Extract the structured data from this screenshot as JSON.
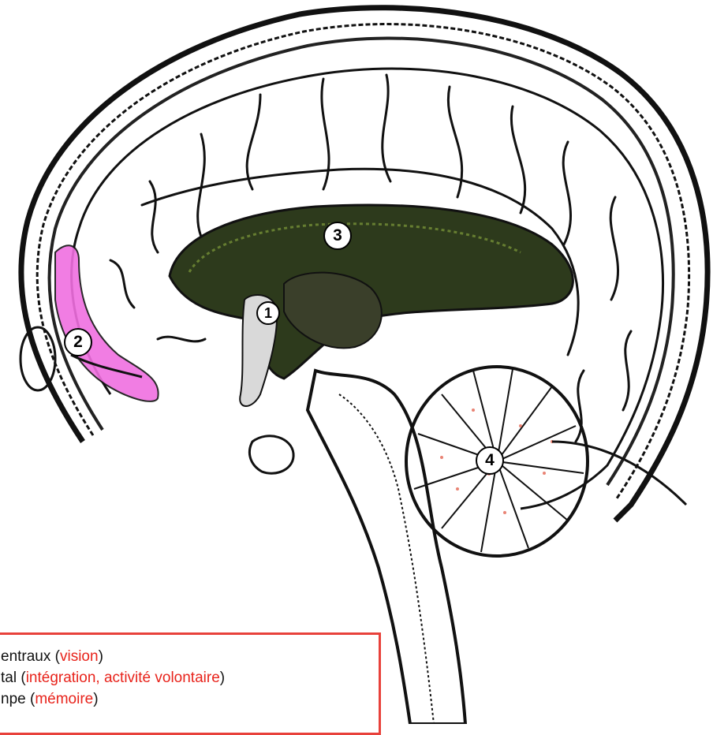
{
  "colors": {
    "outline": "#111111",
    "ventricle_fill": "#2d3a1c",
    "ventricle_highlight": "#7f9b3a",
    "pink_region": "#f06fe0",
    "cerebellum_speckle": "#e0503a",
    "legend_border": "#e8413b",
    "legend_accent": "#e8231b"
  },
  "markers": [
    {
      "label": "1"
    },
    {
      "label": "2"
    },
    {
      "label": "3"
    },
    {
      "label": "4"
    }
  ],
  "legend": {
    "lines": [
      {
        "text": "entraux (",
        "accent": "vision",
        "tail": ")"
      },
      {
        "text": "tal (",
        "accent": "intégration, activité volontaire",
        "tail": ")"
      },
      {
        "text": "npe (",
        "accent": "mémoire",
        "tail": ")"
      }
    ]
  }
}
